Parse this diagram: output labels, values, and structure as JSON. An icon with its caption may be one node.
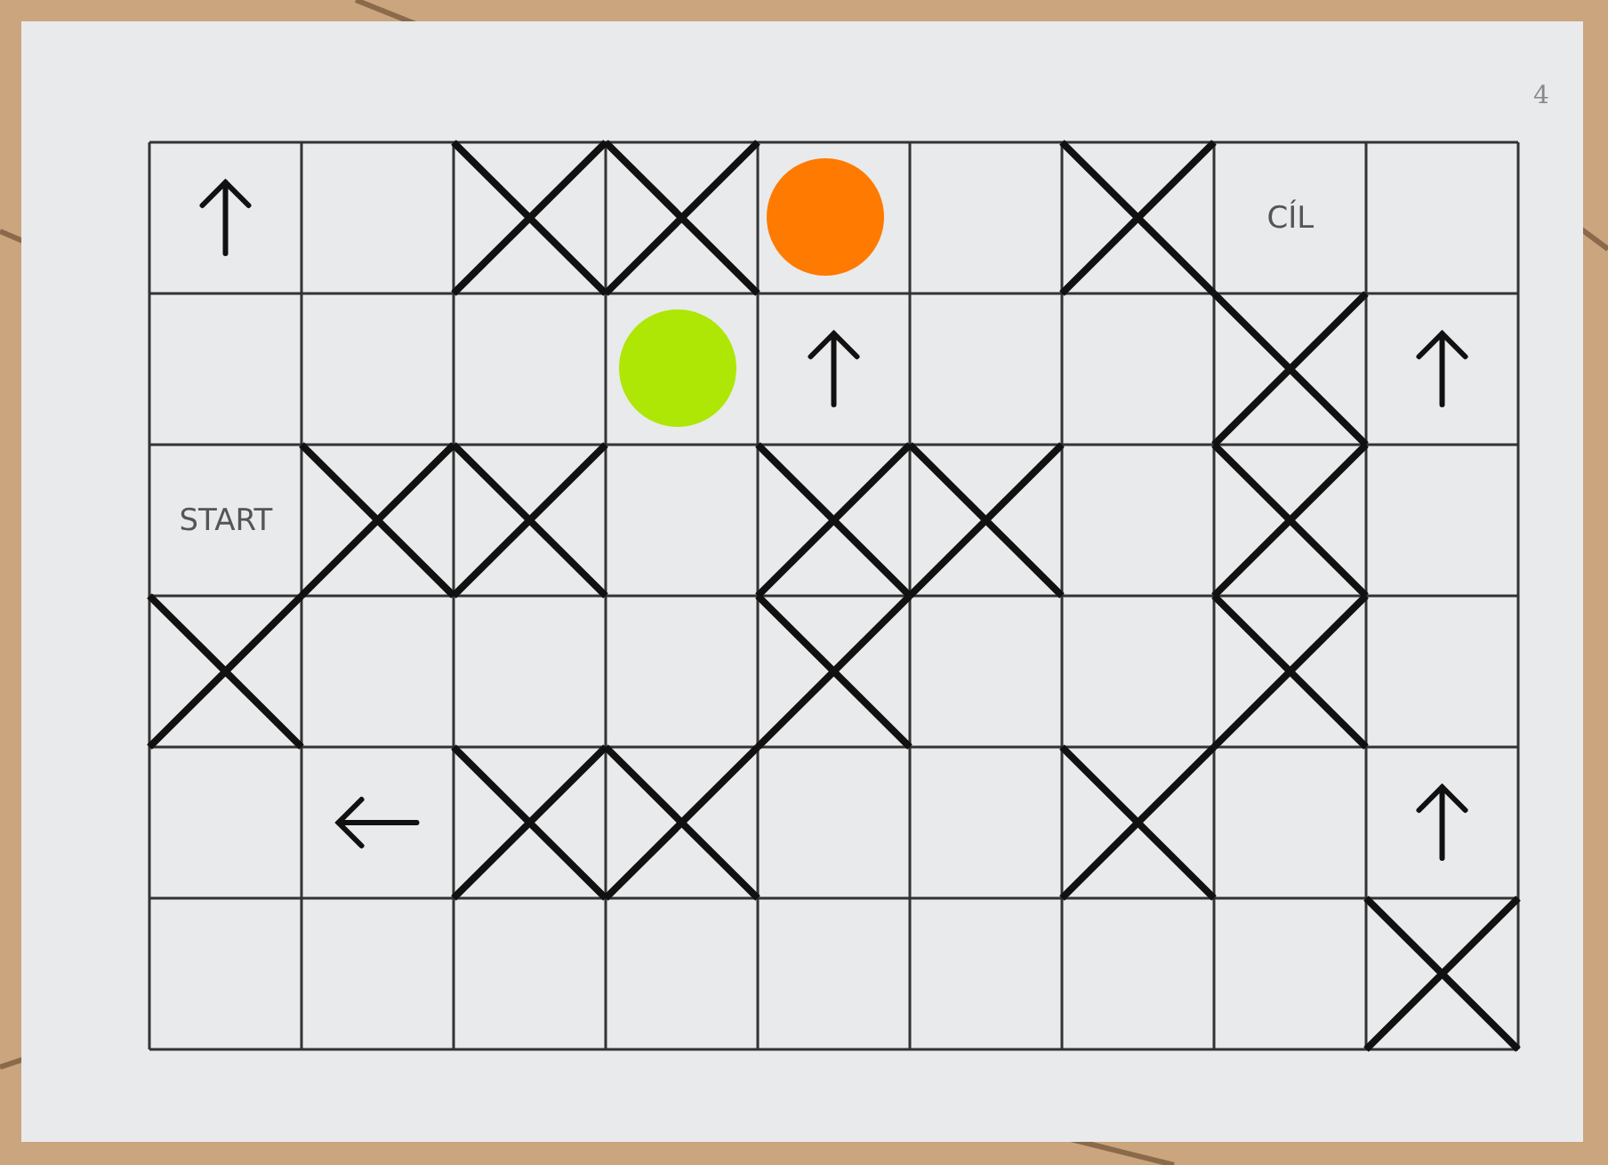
{
  "diagram": {
    "labels": [
      "4",
      "CÍL",
      "START"
    ]
  }
}
